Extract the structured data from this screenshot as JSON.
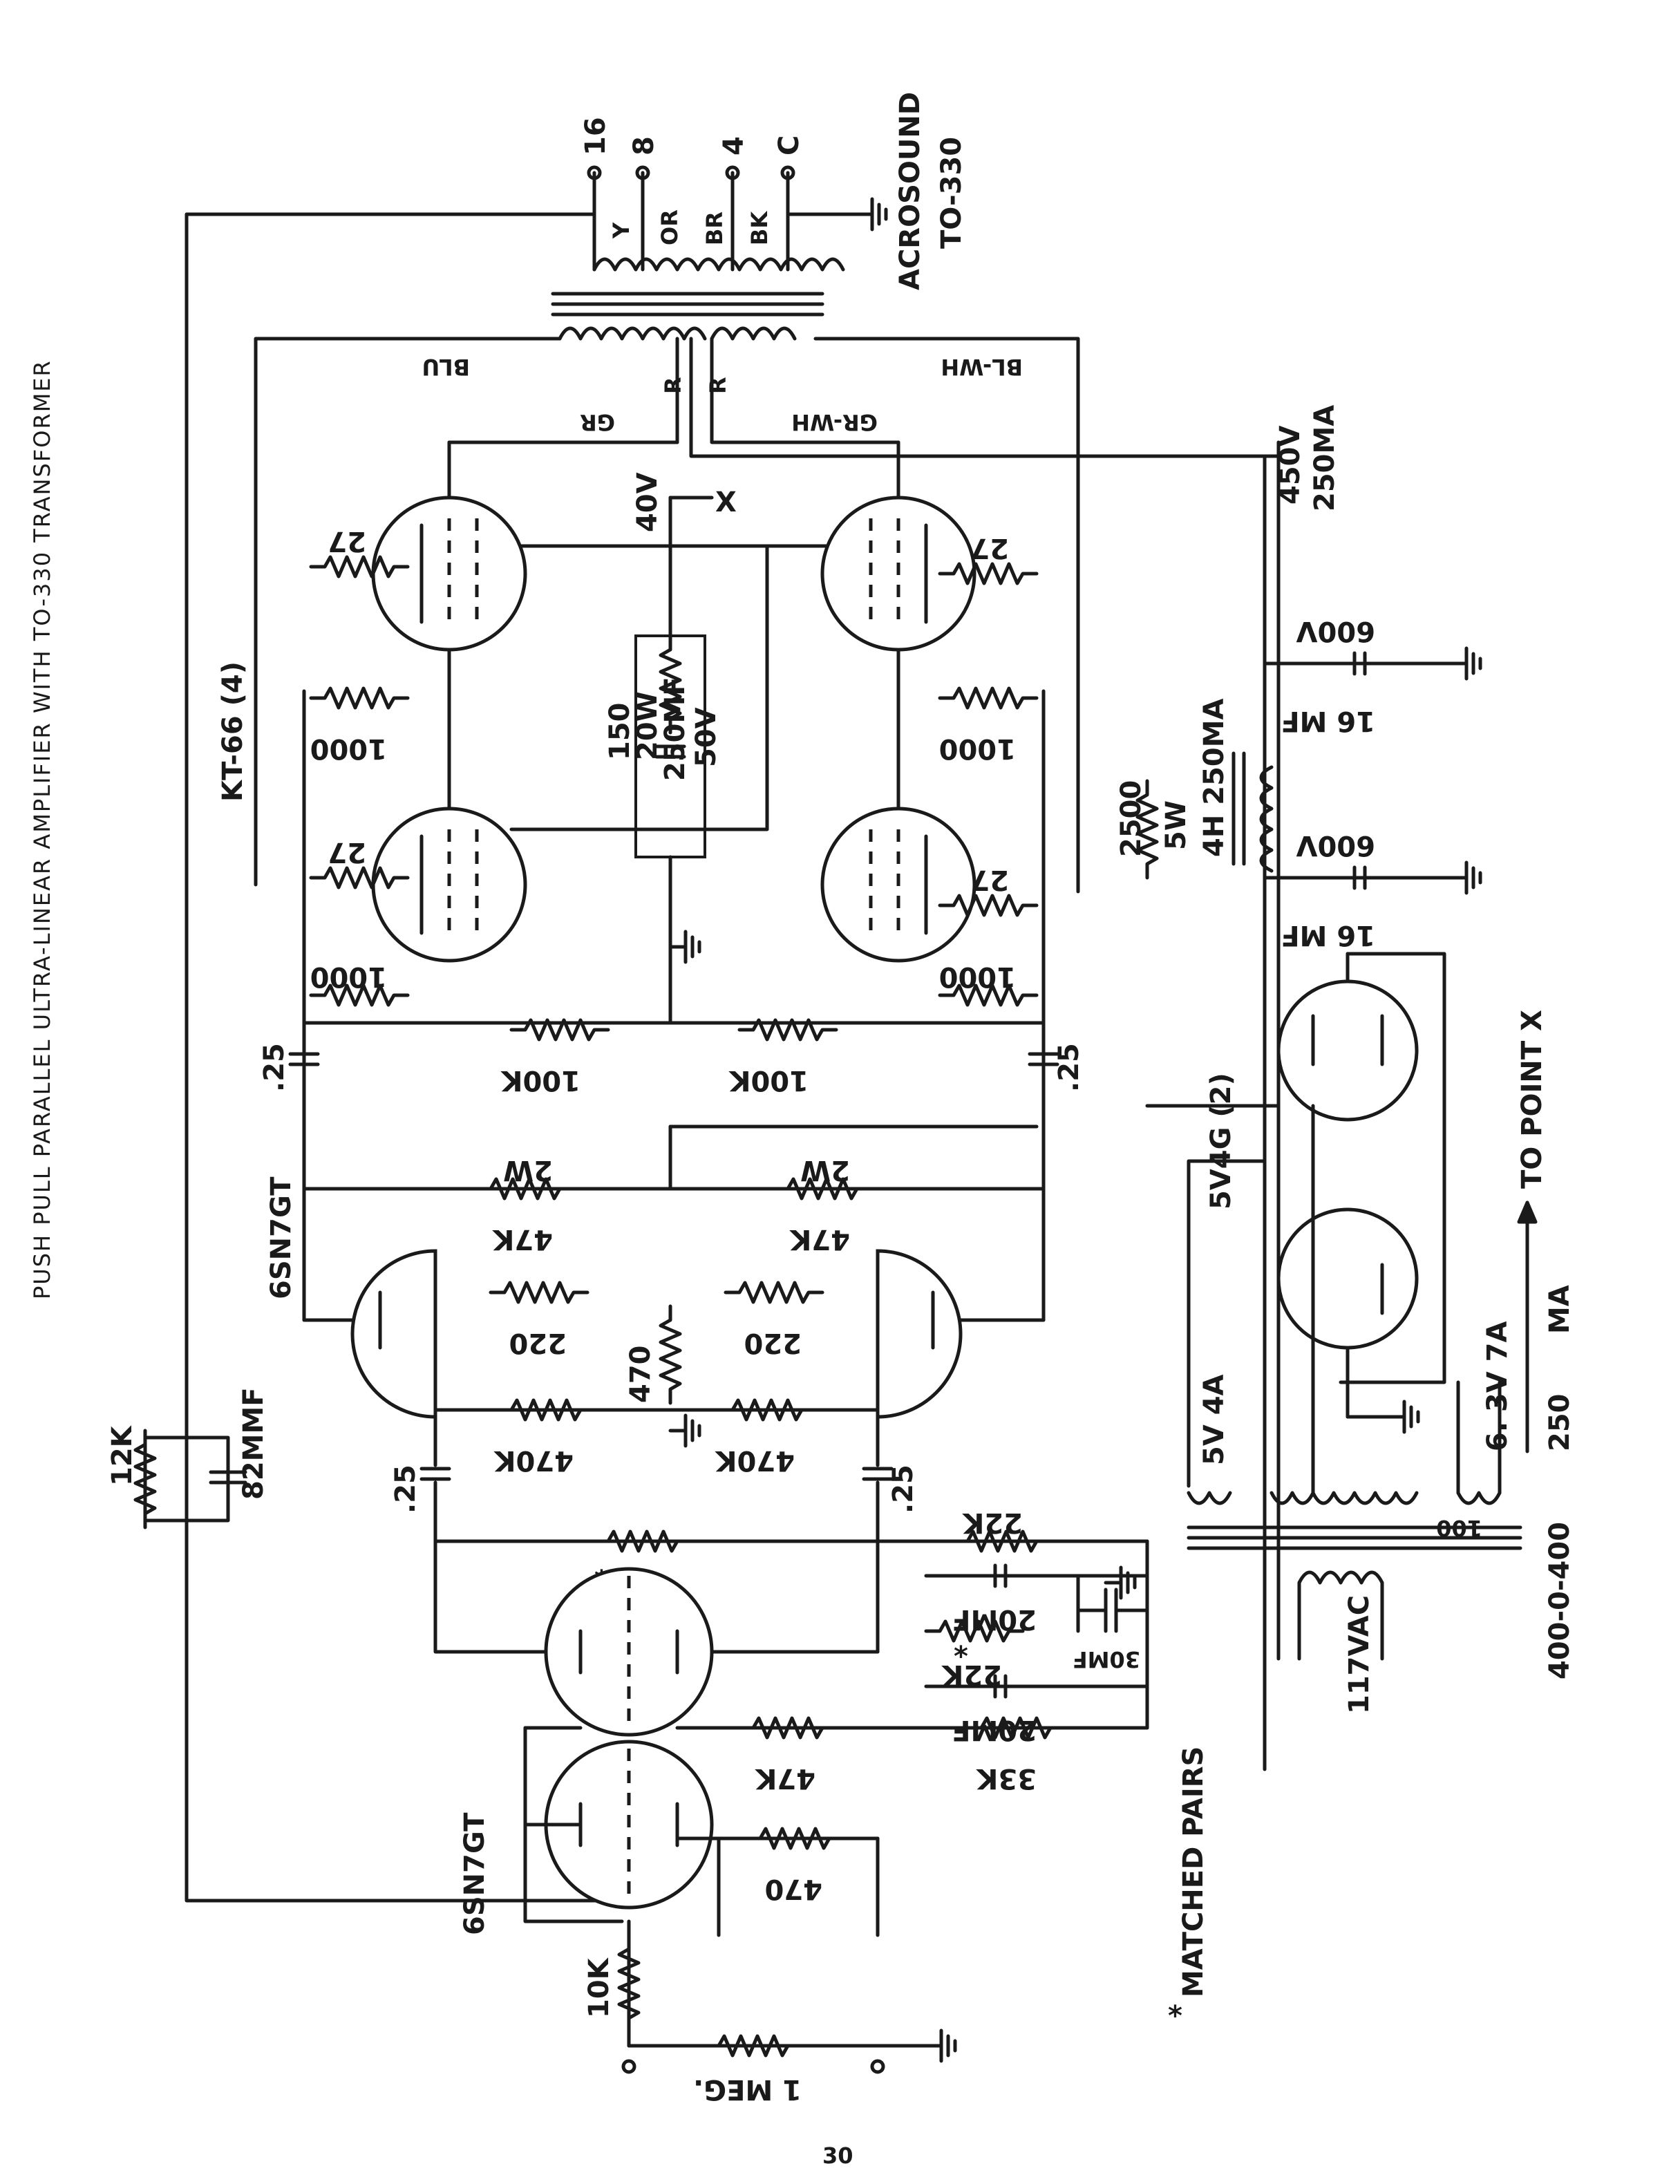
{
  "title": "PUSH PULL PARALLEL ULTRA-LINEAR AMPLIFIER WITH TO-330 TRANSFORMER",
  "footnote": "MATCHED PAIRS",
  "footnote_mark": "*",
  "page_number": "30",
  "colors": {
    "ink": "#1a1a1a",
    "paper": "#ffffff"
  },
  "output_transformer": {
    "name": "ACROSOUND",
    "model": "TO-330",
    "taps": [
      "16",
      "8",
      "4",
      "C"
    ],
    "secondary_wires": [
      "Y",
      "OR",
      "BR",
      "BK"
    ],
    "primary_wires": [
      "BLU",
      "GR",
      "R",
      "R",
      "GR-WH",
      "BL-WH"
    ]
  },
  "tubes": {
    "output": "KT-66 (4)",
    "driver": "6SN7GT",
    "input": "6SN7GT",
    "rectifier": "5V4G (2)"
  },
  "components": {
    "grid_stopper": "27",
    "grid_resistor": "1000",
    "cathode_resistor": "150",
    "cathode_resistor_watt": "20W",
    "cathode_cap": "250MF",
    "cathode_cap_volt": "50V",
    "bias_voltage": "40V",
    "bias_point": "X",
    "coupling_cap": ".25",
    "grid_leak": "100K",
    "plate_load": "47K",
    "plate_load_watt": "2W",
    "driver_cathode": "220",
    "driver_tail": "470",
    "driver_grid": "470K",
    "phase_load": "22K",
    "decoupling_cap": "20MF",
    "supply_cap": "30MF",
    "input_plate": "47K",
    "input_dropping": "33K",
    "input_cathode": "470",
    "input_series": "10K",
    "input_grid": "1 MEG.",
    "feedback_res": "12K",
    "feedback_cap": "82MMF"
  },
  "power_supply": {
    "bleeder": "2500",
    "bleeder_watt": "5W",
    "choke": "4H 250MA",
    "filter_cap": "16 MF",
    "filter_volt": "600V",
    "output_voltage": "450V",
    "output_current": "250MA",
    "rect_heater": "5V 4A",
    "heater": "6. 3V 7A",
    "hum_pot": "100",
    "mains": "117VAC",
    "hv_winding": "400-0-400",
    "hv_current": "250",
    "hv_current_unit": "MA",
    "to_point": "TO POINT X"
  }
}
